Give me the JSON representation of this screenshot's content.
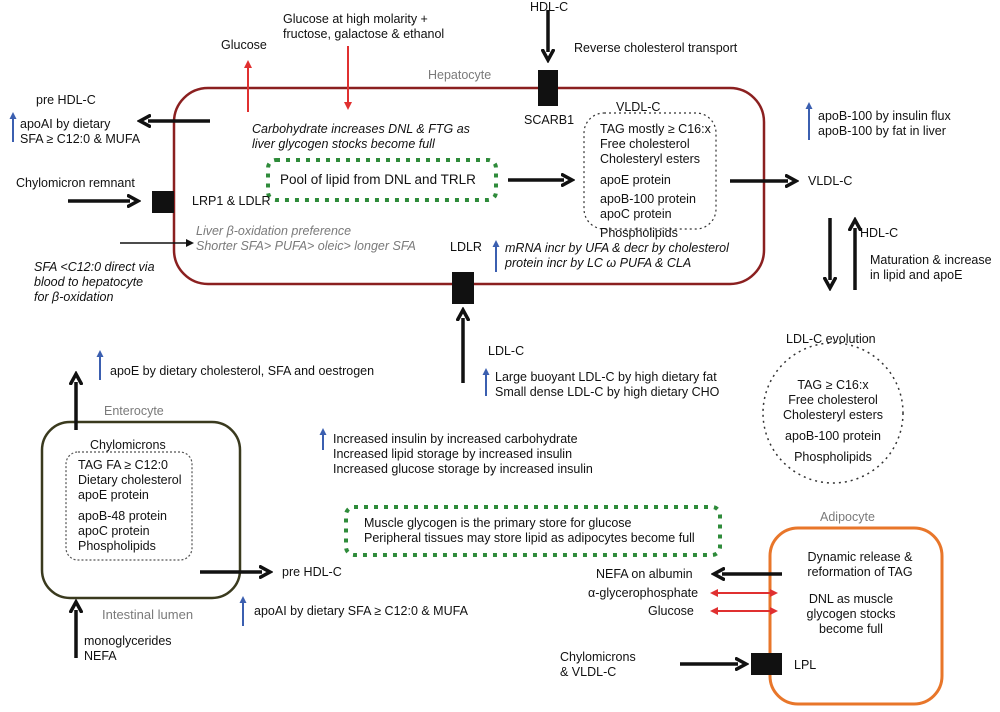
{
  "colors": {
    "hepatocyte_border": "#8b2020",
    "enterocyte_border": "#3a3a1e",
    "adipocyte_border": "#e8762a",
    "dotted_green": "#2e8b3a",
    "arrow_black": "#111111",
    "arrow_red": "#e03030",
    "arrow_blue": "#3b5fb0"
  },
  "cells": {
    "hepatocyte": "Hepatocyte",
    "enterocyte": "Enterocyte",
    "intestinal_lumen": "Intestinal lumen",
    "adipocyte": "Adipocyte"
  },
  "hepatocyte": {
    "glucose_out": "Glucose",
    "glucose_in": [
      "Glucose at high molarity +",
      "fructose, galactose & ethanol"
    ],
    "hdl_in": "HDL-C",
    "reverse_transport": "Reverse cholesterol transport",
    "scarb1": "SCARB1",
    "pre_hdl": "pre HDL-C",
    "apoai_dietary": [
      "apoAI by dietary",
      "SFA  ≥ C12:0 & MUFA"
    ],
    "carb_dnl": [
      "Carbohydrate increases DNL & FTG as",
      "liver glycogen stocks become full"
    ],
    "pool": "Pool of lipid from DNL and TRLR",
    "chylo_remnant": "Chylomicron remnant",
    "lrp1_ldlr": "LRP1 & LDLR",
    "beta_ox": [
      "Liver β-oxidation preference",
      "Shorter SFA> PUFA> oleic> longer SFA"
    ],
    "sfa_direct": [
      "SFA <C12:0 direct via",
      "blood to hepatocyte",
      "for β-oxidation"
    ],
    "ldlr": "LDLR",
    "ldlr_regulation": [
      "mRNA incr by UFA & decr by cholesterol",
      "protein incr by LC ω PUFA & CLA"
    ],
    "vldl_box_title": "VLDL-C",
    "vldl_contents": [
      "TAG mostly ≥ C16:x",
      "Free cholesterol",
      "Cholesteryl esters",
      "apoE protein",
      "apoB-100 protein",
      "apoC protein",
      "Phospholipids"
    ],
    "vldl_out": "VLDL-C",
    "apob_regulation": [
      "apoB-100 by insulin flux",
      "apoB-100 by fat in liver"
    ]
  },
  "ldl": {
    "hdl_label": "HDL-C",
    "maturation": [
      "Maturation & increase",
      "in lipid and apoE"
    ],
    "evolution_title": "LDL-C evolution",
    "contents": [
      "TAG  ≥  C16:x",
      "Free cholesterol",
      "Cholesteryl esters",
      "apoB-100 protein",
      "Phospholipids"
    ],
    "ldl_label": "LDL-C",
    "diet_effects": [
      "Large buoyant LDL-C by high dietary fat",
      "Small dense LDL-C by high dietary CHO"
    ]
  },
  "enterocyte": {
    "apoe_note": "apoE by dietary cholesterol, SFA and oestrogen",
    "chylomicrons_title": "Chylomicrons",
    "contents": [
      "TAG FA ≥ C12:0",
      "Dietary cholesterol",
      "apoE protein",
      "apoB-48 protein",
      "apoC protein",
      "Phospholipids"
    ],
    "pre_hdl": "pre HDL-C",
    "apoai_note": "apoAI by dietary SFA  ≥ C12:0 & MUFA",
    "lumen_inputs": [
      "monoglycerides",
      "NEFA"
    ]
  },
  "insulin": {
    "effects": [
      "Increased insulin by increased carbohydrate",
      "Increased lipid storage by increased insulin",
      "Increased glucose storage by increased insulin"
    ]
  },
  "muscle": {
    "lines": [
      "Muscle glycogen is the primary store for glucose",
      "Peripheral tissues may store lipid as adipocytes become full"
    ]
  },
  "adipocyte": {
    "dynamic": [
      "Dynamic release &",
      "reformation of TAG"
    ],
    "nefa": "NEFA on albumin",
    "glycerophosphate": "α-glycerophosphate",
    "glucose": "Glucose",
    "dnl": [
      "DNL as muscle",
      "glycogen stocks",
      "become full"
    ],
    "chylo_vldl": [
      "Chylomicrons",
      "& VLDL-C"
    ],
    "lpl": "LPL"
  }
}
